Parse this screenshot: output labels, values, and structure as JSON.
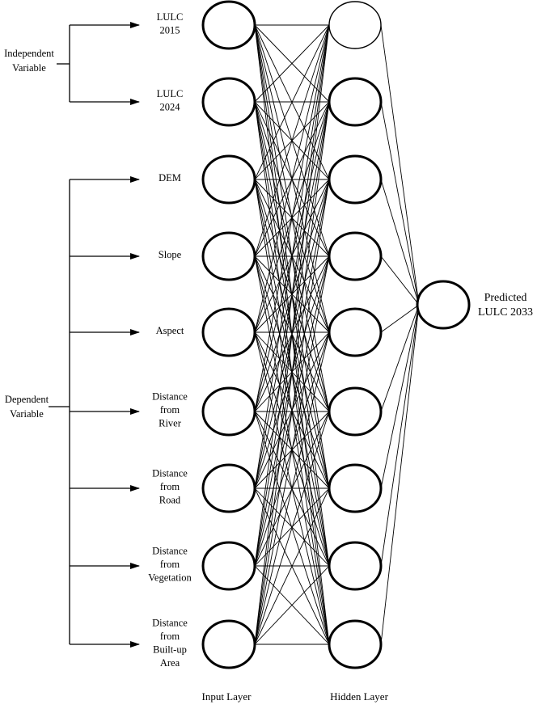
{
  "diagram": {
    "groups": {
      "independent": [
        "Independent",
        "Variable"
      ],
      "dependent": [
        "Dependent",
        "Variable"
      ]
    },
    "inputs": [
      [
        "LULC",
        "2015"
      ],
      [
        "LULC",
        "2024"
      ],
      [
        "DEM"
      ],
      [
        "Slope"
      ],
      [
        "Aspect"
      ],
      [
        "Distance",
        "from",
        "River"
      ],
      [
        "Distance",
        "from",
        "Road"
      ],
      [
        "Distance",
        "from",
        "Vegetation"
      ],
      [
        "Distance",
        "from",
        "Built-up",
        "Area"
      ]
    ],
    "output": [
      "Predicted",
      "LULC 2033"
    ],
    "layer_labels": {
      "input": "Input Layer",
      "hidden": "Hidden Layer"
    },
    "structure": {
      "input_nodes": 9,
      "hidden_nodes": 9,
      "output_nodes": 1,
      "connectivity": "fully-connected"
    },
    "colors": {
      "stroke": "#000000",
      "background": "#ffffff"
    }
  }
}
